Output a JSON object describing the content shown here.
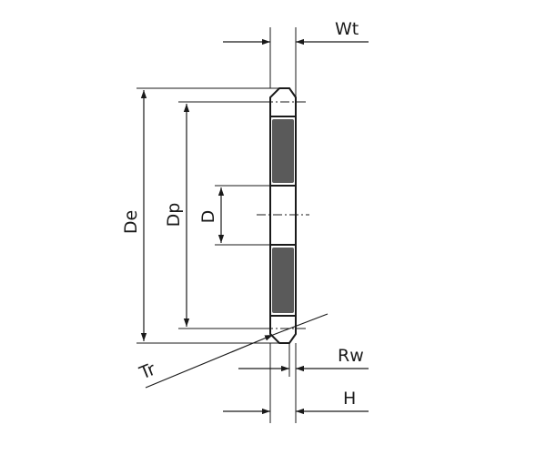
{
  "labels": {
    "wt": "Wt",
    "de": "De",
    "dp": "Dp",
    "d": "D",
    "tr": "Tr",
    "rw": "Rw",
    "h": "H"
  },
  "colors": {
    "line": "#1a1a1a",
    "hatch": "#5a5a5a",
    "background": "#ffffff"
  }
}
